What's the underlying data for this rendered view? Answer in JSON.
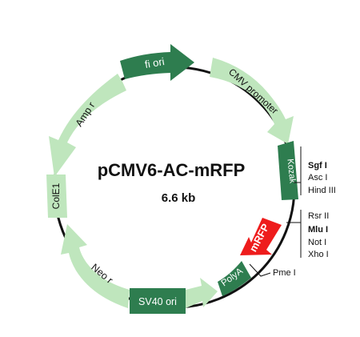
{
  "plasmid": {
    "name": "pCMV6-AC-mRFP",
    "size": "6.6 kb"
  },
  "features": [
    {
      "id": "fi-ori",
      "label": "fi ori",
      "style": "dark"
    },
    {
      "id": "cmv-promoter",
      "label": "CMV promoter",
      "style": "light"
    },
    {
      "id": "kozak",
      "label": "Kozak",
      "style": "dark"
    },
    {
      "id": "mrfp",
      "label": "mRFP",
      "style": "red"
    },
    {
      "id": "polya",
      "label": "PolyA",
      "style": "dark"
    },
    {
      "id": "sv40-ori",
      "label": "SV40 ori",
      "style": "dark"
    },
    {
      "id": "neo-r",
      "label": "Neo r",
      "style": "light"
    },
    {
      "id": "cole1",
      "label": "ColE1",
      "style": "light"
    },
    {
      "id": "amp-r",
      "label": "Amp r",
      "style": "light"
    }
  ],
  "sites": {
    "group1": [
      {
        "label": "Sgf I",
        "bold": true
      },
      {
        "label": "Asc I",
        "bold": false
      },
      {
        "label": "Hind III",
        "bold": false
      }
    ],
    "group2": [
      {
        "label": "Rsr II",
        "bold": false
      },
      {
        "label": "Mlu I",
        "bold": true
      },
      {
        "label": "Not I",
        "bold": false
      },
      {
        "label": "Xho I",
        "bold": false
      }
    ],
    "pme": {
      "label": "Pme I"
    }
  },
  "colors": {
    "light": "#bfe6bd",
    "dark": "#2e7d4f",
    "red": "#ee1c1c",
    "backbone": "#111111",
    "text_dark": "#111111",
    "text_light": "#ffffff"
  }
}
